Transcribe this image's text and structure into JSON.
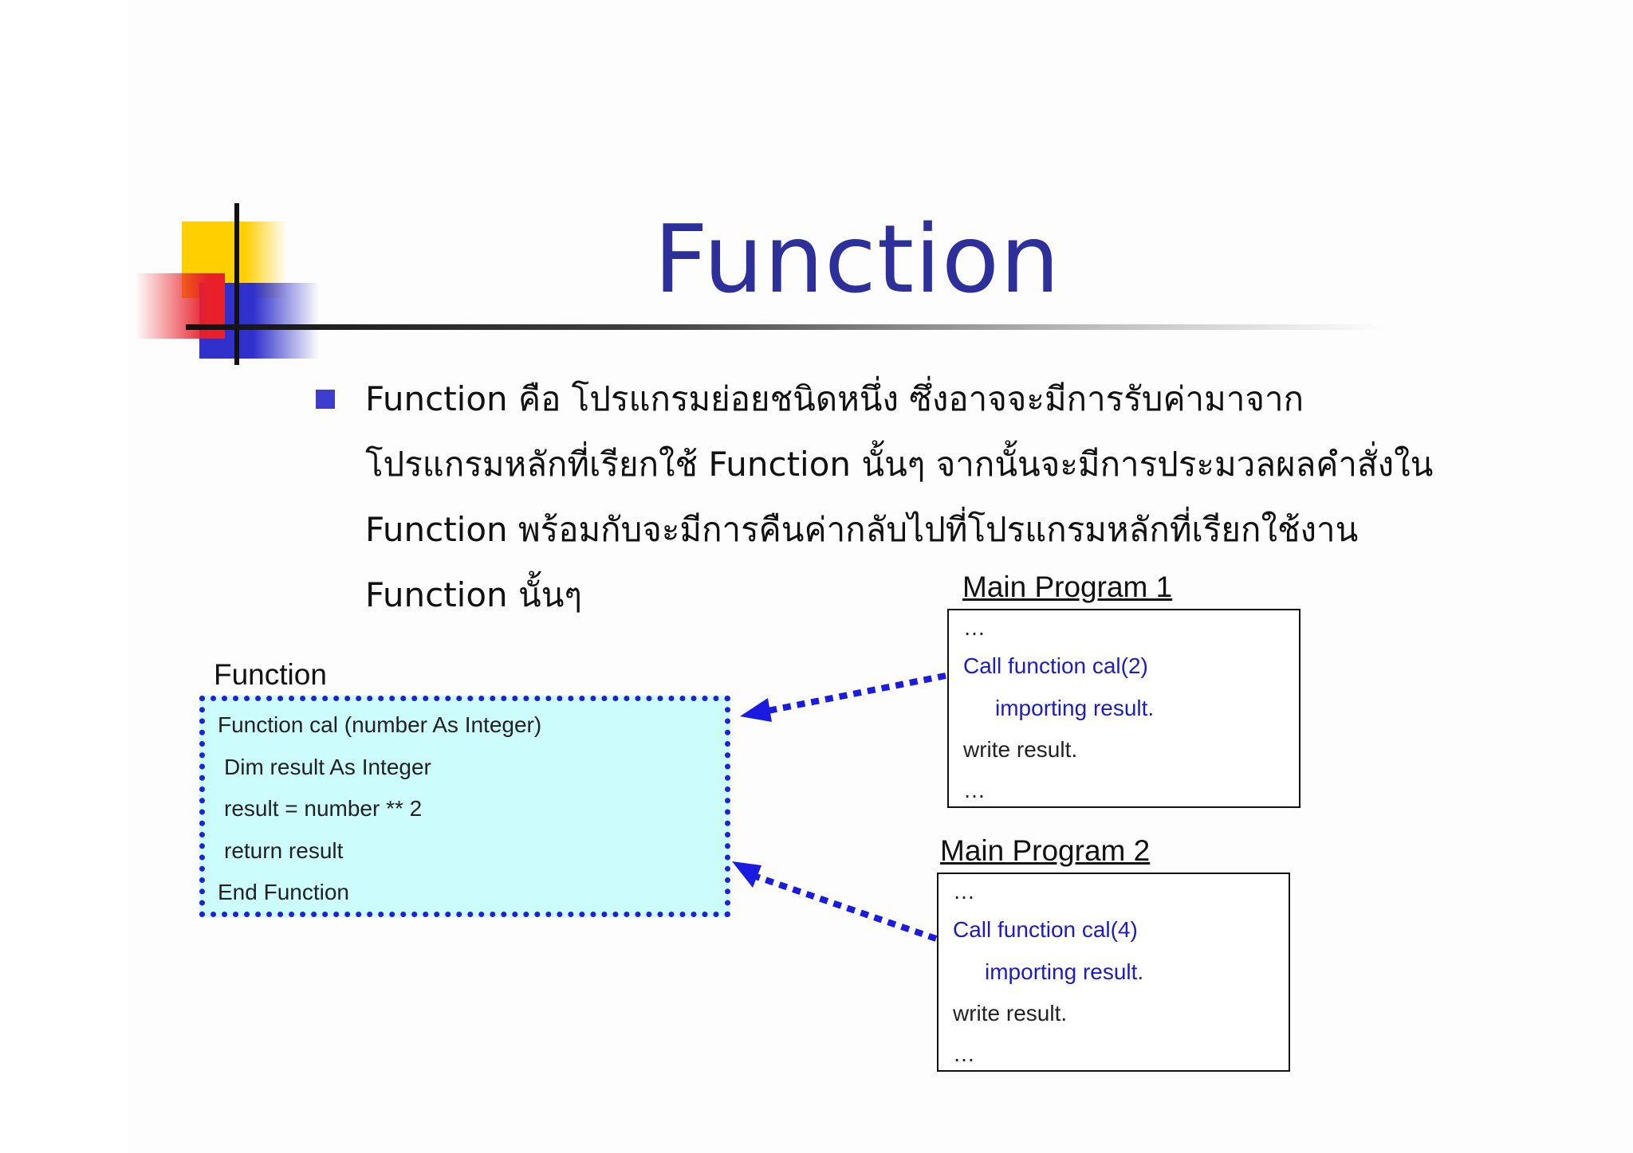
{
  "title": "Function",
  "bullet": {
    "lines": [
      "Function คือ โปรแกรมย่อยชนิดหนึ่ง ซึ่งอาจจะมีการรับค่ามาจาก",
      "โปรแกรมหลักที่เรียกใช้ Function นั้นๆ จากนั้นจะมีการประมวลผลคำสั่งใน",
      "Function พร้อมกับจะมีการคืนค่ากลับไปที่โปรแกรมหลักที่เรียกใช้งาน",
      "Function นั้นๆ"
    ]
  },
  "function_box": {
    "label": "Function",
    "lines": [
      "Function cal (number As Integer)",
      "Dim result As Integer",
      "result = number **  2",
      "return result",
      "End Function"
    ]
  },
  "main_program_1": {
    "label": "Main Program 1",
    "lines": [
      "…",
      "Call function cal(2)",
      "importing  result.",
      "write result.",
      "…"
    ]
  },
  "main_program_2": {
    "label": "Main Program 2",
    "lines": [
      "…",
      "Call function cal(4)",
      "importing  result.",
      "write result.",
      "…"
    ]
  },
  "colors": {
    "title": "#2d2f9b",
    "bullet": "#3d3dd0",
    "function_box_fill": "#ccfcfc",
    "dotted_border": "#2020d8",
    "code_blue": "#1c1cbf"
  }
}
